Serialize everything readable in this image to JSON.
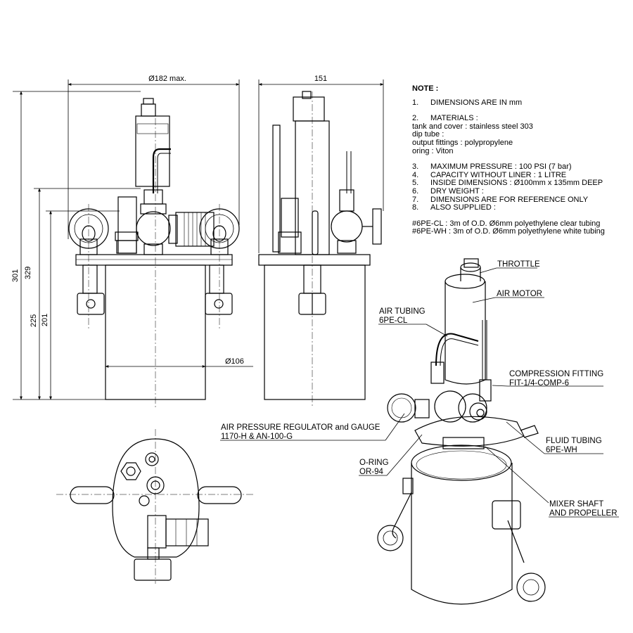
{
  "dimensions": {
    "width_max": "Ø182 max.",
    "side_width": "151",
    "overall_height": "301",
    "height_329": "329",
    "height_225": "225",
    "height_201": "201",
    "tank_diameter": "Ø106"
  },
  "notes": {
    "header": "NOTE :",
    "items": [
      {
        "num": "1.",
        "text": "DIMENSIONS ARE IN mm"
      },
      {
        "num": "2.",
        "text": "MATERIALS :"
      },
      {
        "num": "",
        "text": "tank and cover : stainless steel 303"
      },
      {
        "num": "",
        "text": "dip tube :"
      },
      {
        "num": "",
        "text": "output fittings : polypropylene"
      },
      {
        "num": "",
        "text": "oring : Viton"
      },
      {
        "num": "3.",
        "text": "MAXIMUM PRESSURE : 100 PSI (7 bar)"
      },
      {
        "num": "4.",
        "text": "CAPACITY WITHOUT LINER : 1 LITRE"
      },
      {
        "num": "5.",
        "text": "INSIDE DIMENSIONS : Ø100mm x 135mm DEEP"
      },
      {
        "num": "6.",
        "text": "DRY WEIGHT :"
      },
      {
        "num": "7.",
        "text": "DIMENSIONS ARE FOR REFERENCE ONLY"
      },
      {
        "num": "8.",
        "text": "ALSO SUPPLIED :"
      },
      {
        "num": "",
        "text": "#6PE-CL : 3m of O.D. Ø6mm polyethylene clear tubing"
      },
      {
        "num": "",
        "text": "#6PE-WH : 3m of O.D. Ø6mm polyethylene white tubing"
      }
    ]
  },
  "callouts": {
    "throttle": "THROTTLE",
    "air_motor": "AIR MOTOR",
    "air_tubing_1": "AIR TUBING",
    "air_tubing_2": "6PE-CL",
    "compression_1": "COMPRESSION FITTING",
    "compression_2": "FIT-1/4-COMP-6",
    "regulator_1": "AIR PRESSURE REGULATOR and GAUGE",
    "regulator_2": "1170-H  &  AN-100-G",
    "fluid_1": "FLUID TUBING",
    "fluid_2": "6PE-WH",
    "oring_1": "O-RING",
    "oring_2": "OR-94",
    "mixer_1": "MIXER SHAFT",
    "mixer_2": "AND PROPELLER"
  }
}
